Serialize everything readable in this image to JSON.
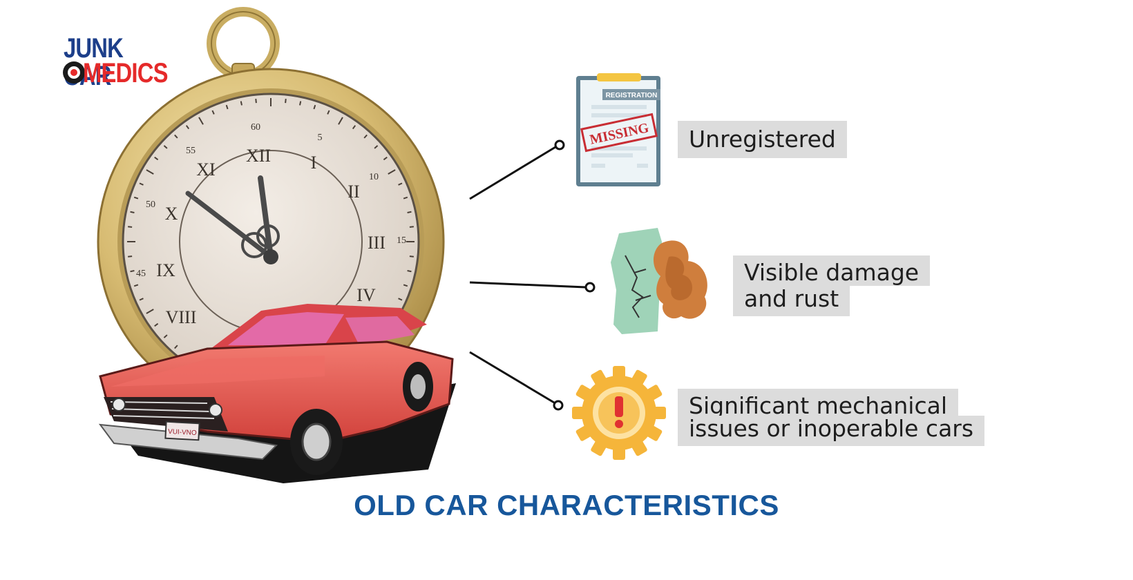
{
  "logo": {
    "line1": "JUNK CAR",
    "line2": "MEDICS"
  },
  "clipboard": {
    "header": "REGISTRATION",
    "stamp": "MISSING"
  },
  "car": {
    "plate": "VUI-VNO"
  },
  "items": [
    {
      "icon": "clipboard-missing-icon",
      "lines": [
        "Unregistered"
      ]
    },
    {
      "icon": "rust-damage-icon",
      "lines": [
        "Visible damage",
        "and rust"
      ]
    },
    {
      "icon": "warning-gear-icon",
      "lines": [
        "Significant mechanical",
        "issues or inoperable cars"
      ]
    }
  ],
  "footer_title": "OLD CAR CHARACTERISTICS",
  "colors": {
    "title_blue": "#17579b",
    "logo_blue": "#1d3f8a",
    "logo_red": "#e52a2a",
    "car_red": "#e8564f",
    "label_bg": "#dcdcdc",
    "gear_yellow": "#f5b53a"
  }
}
